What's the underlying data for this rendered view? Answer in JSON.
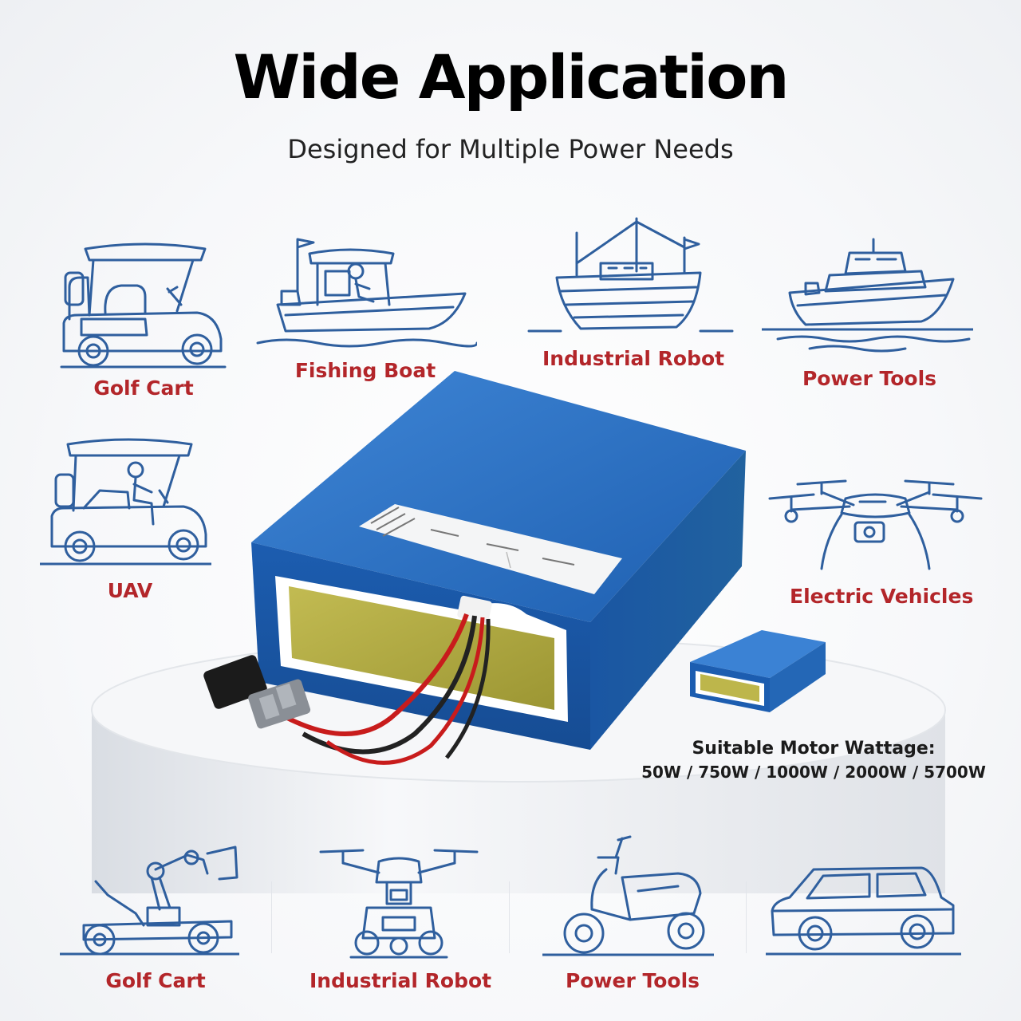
{
  "header": {
    "title": "Wide Application",
    "subtitle": "Designed for Multiple Power Needs"
  },
  "applications_top": [
    {
      "label": "Golf Cart",
      "icon": "golf-cart-icon"
    },
    {
      "label": "Fishing Boat",
      "icon": "fishing-boat-icon"
    },
    {
      "label": "Industrial Robot",
      "icon": "fishing-ship-icon"
    },
    {
      "label": "Power Tools",
      "icon": "yacht-icon"
    }
  ],
  "applications_middle": [
    {
      "label": "UAV",
      "icon": "golf-cart-driver-icon"
    },
    {
      "label": "Electric Vehicles",
      "icon": "drone-icon"
    }
  ],
  "applications_bottom": [
    {
      "label": "Golf Cart",
      "icon": "robot-arm-vehicle-icon"
    },
    {
      "label": "Industrial Robot",
      "icon": "robot-drone-icon"
    },
    {
      "label": "Power Tools",
      "icon": "scooter-icon"
    },
    {
      "label": "",
      "icon": "suv-icon"
    }
  ],
  "wattage": {
    "heading": "Suitable Motor Wattage:",
    "values": "50W / 750W / 1000W / 2000W / 5700W"
  },
  "colors": {
    "label": "#b3262a",
    "line_icon": "#2f5f9e",
    "battery_blue": "#1f63b8",
    "battery_insert": "#b4ad4a"
  }
}
